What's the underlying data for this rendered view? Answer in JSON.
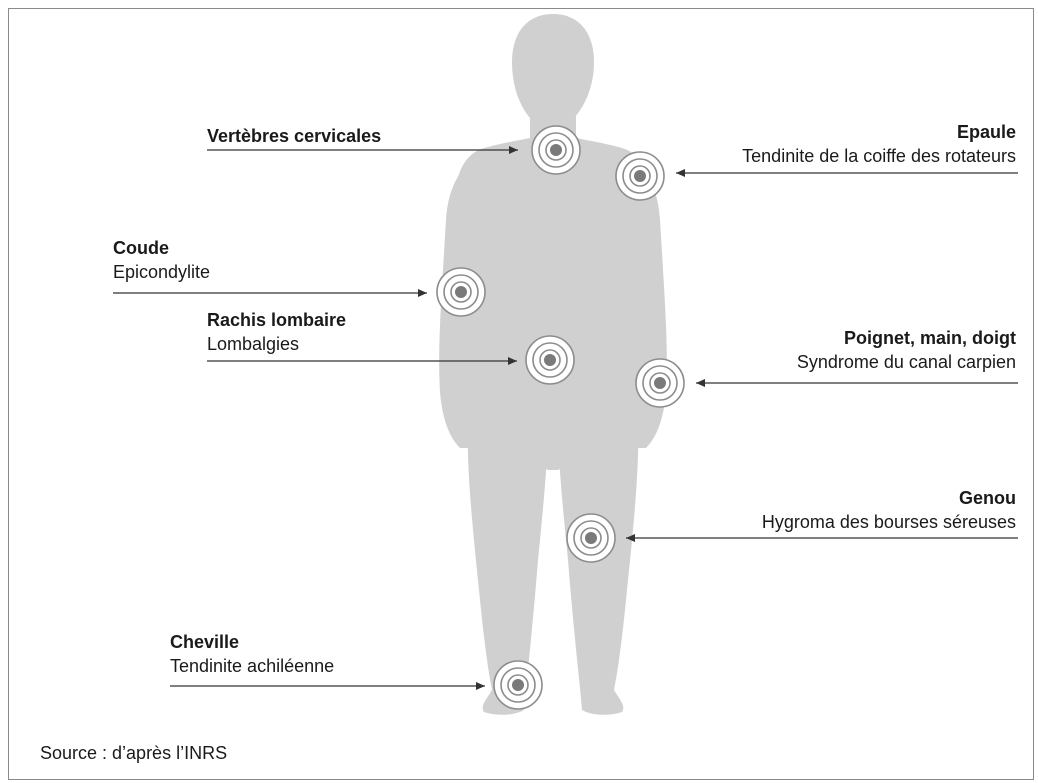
{
  "labels": {
    "cervical": {
      "title": "Vertèbres cervicales",
      "sub": ""
    },
    "shoulder": {
      "title": "Epaule",
      "sub": "Tendinite de la coiffe des rotateurs"
    },
    "elbow": {
      "title": "Coude",
      "sub": "Epicondylite"
    },
    "lumbar": {
      "title": "Rachis lombaire",
      "sub": "Lombalgies"
    },
    "wrist": {
      "title": "Poignet, main, doigt",
      "sub": "Syndrome du canal carpien"
    },
    "knee": {
      "title": "Genou",
      "sub": "Hygroma des bourses séreuses"
    },
    "ankle": {
      "title": "Cheville",
      "sub": "Tendinite achiléenne"
    }
  },
  "source": "Source : d’après l’INRS",
  "colors": {
    "body": "#d0d0d0",
    "target_ring": "#8c8c8c",
    "target_dot": "#7a7a7a",
    "arrow": "#333333"
  }
}
